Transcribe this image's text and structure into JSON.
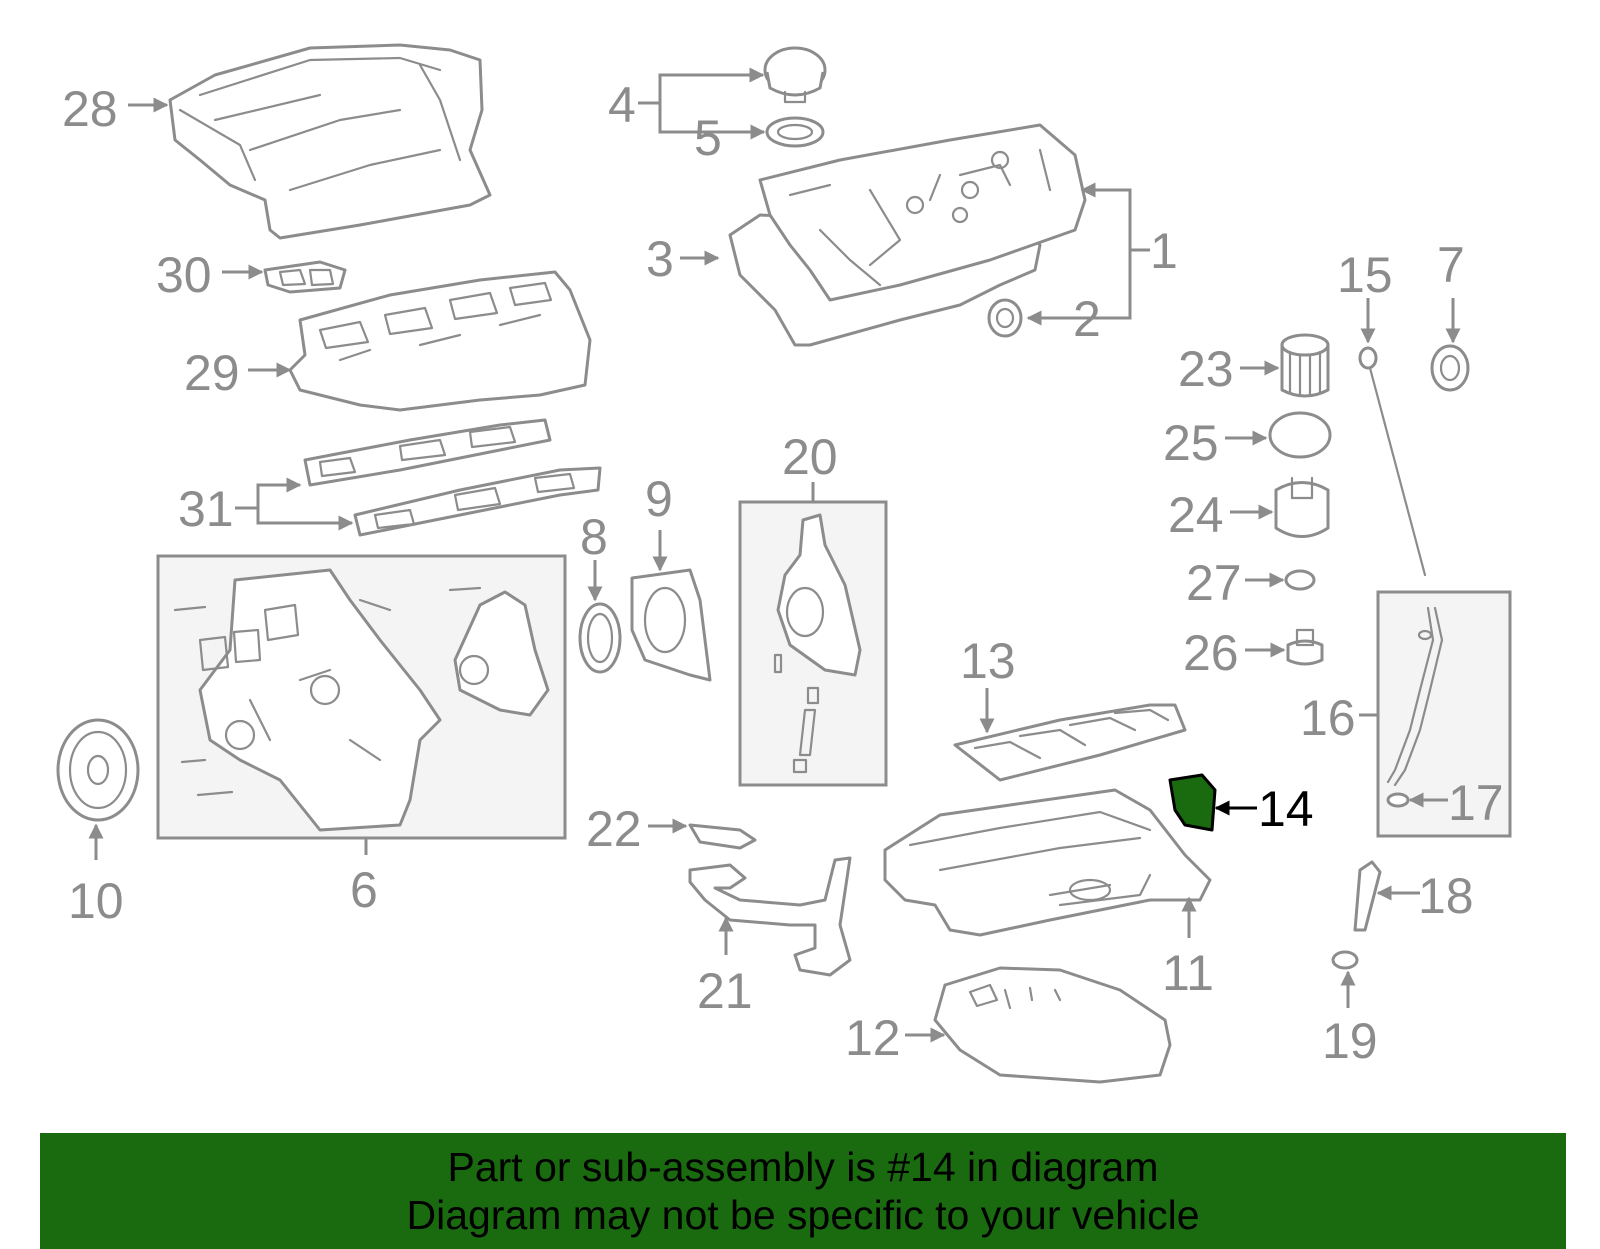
{
  "diagram": {
    "highlight_color": "#1a6b10",
    "line_color": "#8c8c8c",
    "highlighted_part": "14",
    "callouts": [
      "1",
      "2",
      "3",
      "4",
      "5",
      "6",
      "7",
      "8",
      "9",
      "10",
      "11",
      "12",
      "13",
      "14",
      "15",
      "16",
      "17",
      "18",
      "19",
      "20",
      "21",
      "22",
      "23",
      "24",
      "25",
      "26",
      "27",
      "28",
      "29",
      "30",
      "31"
    ]
  },
  "banner": {
    "color": "#1a6b10",
    "line1": "Part or sub-assembly is #14 in diagram",
    "line2": "Diagram may not be specific to your vehicle"
  }
}
